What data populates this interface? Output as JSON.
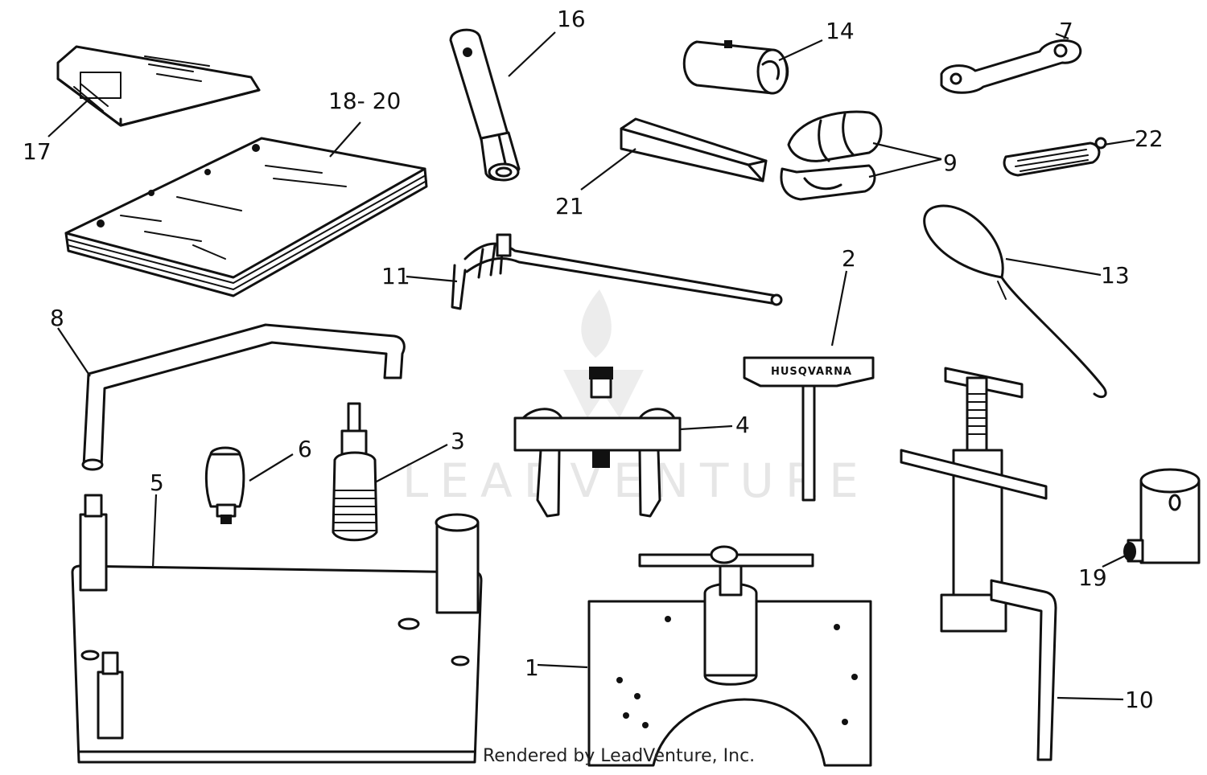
{
  "callouts": {
    "c1": "1",
    "c2": "2",
    "c3": "3",
    "c4": "4",
    "c5": "5",
    "c6": "6",
    "c7": "7",
    "c8": "8",
    "c9": "9",
    "c10": "10",
    "c11": "11",
    "c13": "13",
    "c14": "14",
    "c16": "16",
    "c17": "17",
    "c18_20": "18- 20",
    "c19": "19",
    "c21": "21",
    "c22": "22"
  },
  "handle_brand": "HUSQVARNA",
  "watermark": "LEADVENTURE",
  "credit": "Rendered by LeadVenture, Inc."
}
